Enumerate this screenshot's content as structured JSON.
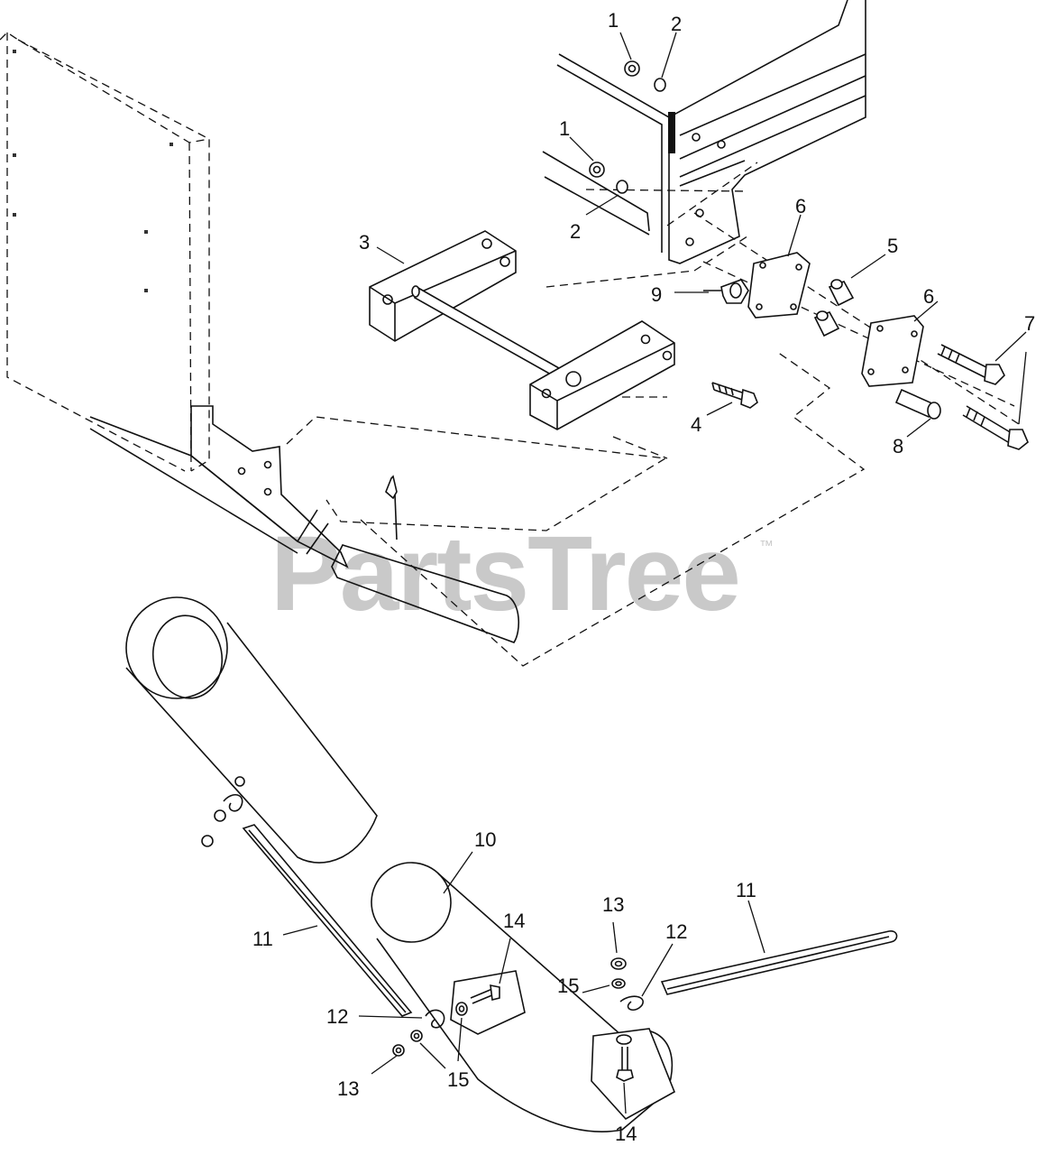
{
  "watermark": {
    "text": "PartsTree",
    "trademark": "™"
  },
  "callouts": {
    "c1a": "1",
    "c2a": "2",
    "c1b": "1",
    "c2b": "2",
    "c3": "3",
    "c4": "4",
    "c5": "5",
    "c6a": "6",
    "c6b": "6",
    "c7": "7",
    "c8": "8",
    "c9": "9",
    "c10": "10",
    "c11a": "11",
    "c11b": "11",
    "c12a": "12",
    "c12b": "12",
    "c13a": "13",
    "c13b": "13",
    "c14a": "14",
    "c14b": "14",
    "c15a": "15",
    "c15b": "15"
  }
}
